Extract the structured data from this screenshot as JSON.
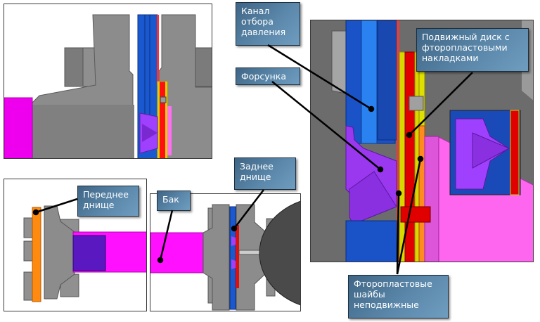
{
  "callouts": {
    "pressure_channel": "Канал\nотбора\nдавления",
    "injector": "Форсунка",
    "movable_disk": "Подвижный диск с\nфторопластовыми\nнакладками",
    "fixed_washers": "Фторопластовые\nшайбы\nнеподвижные",
    "front_bottom": "Переднее\nднище",
    "rear_bottom": "Заднее\nднище",
    "tank": "Бак"
  },
  "colors": {
    "steel": "#8a8a8a",
    "steel_dark": "#5f5f5f",
    "tank": "#ff00ff",
    "tank_pink": "#ff66f0",
    "blue": "#1048b8",
    "red": "#e00000",
    "yellow": "#e6e600",
    "violet": "#9a3ff0",
    "orange": "#ff8a1a",
    "callout_bg": "#4f7b9e"
  }
}
